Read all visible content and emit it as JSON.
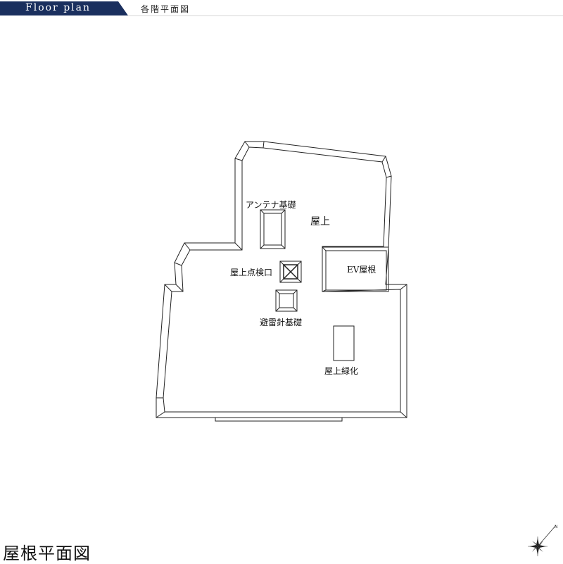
{
  "header": {
    "tab_label": "Floor plan",
    "subtitle": "各階平面図",
    "tab_color": "#1a2f5e"
  },
  "plan": {
    "rooms": {
      "rooftop": "屋上",
      "antenna_base": "アンテナ基礎",
      "roof_hatch": "屋上点検口",
      "lightning_rod_base": "避雷針基礎",
      "ev_roof": "EV屋根",
      "rooftop_greening": "屋上緑化"
    }
  },
  "page_title": "屋根平面図",
  "compass": {
    "icon": "compass-rose-icon",
    "north_mark": "N"
  }
}
